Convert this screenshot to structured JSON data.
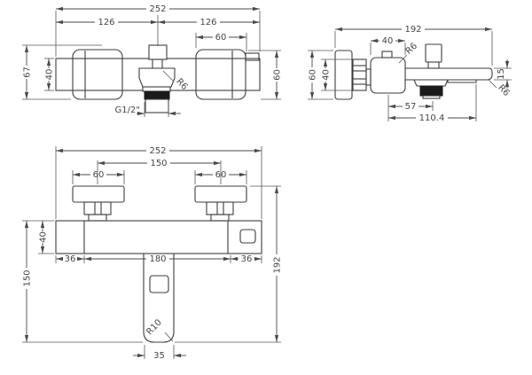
{
  "colors": {
    "ink": "#3d3d3d",
    "dim_ink": "#4a4a4a",
    "thread_fill": "#1a1a1a",
    "background": "#ffffff"
  },
  "views": {
    "front": {
      "dims": {
        "total": "252",
        "left_half": "126",
        "right_half": "126",
        "handle_width": "60",
        "overall_height": "67",
        "body_height": "40",
        "handle_height": "60",
        "thread": "G1/2\"",
        "radius": "R6"
      }
    },
    "side": {
      "dims": {
        "total": "192",
        "body_width": "40",
        "radius_body": "R6",
        "plate_height": "60",
        "connector_height": "40",
        "to_diverter": "57",
        "to_outlet": "110.4",
        "tip_height": "15",
        "radius_tip": "R6"
      }
    },
    "plan": {
      "dims": {
        "total": "252",
        "handle_centres": "150",
        "handle_width_left": "60",
        "handle_width_right": "60",
        "body_depth": "40",
        "spout_length": "150",
        "offset_left": "36",
        "centres": "180",
        "offset_right": "36",
        "overall_depth": "192",
        "spout_radius": "R10",
        "spout_width": "35"
      }
    }
  }
}
